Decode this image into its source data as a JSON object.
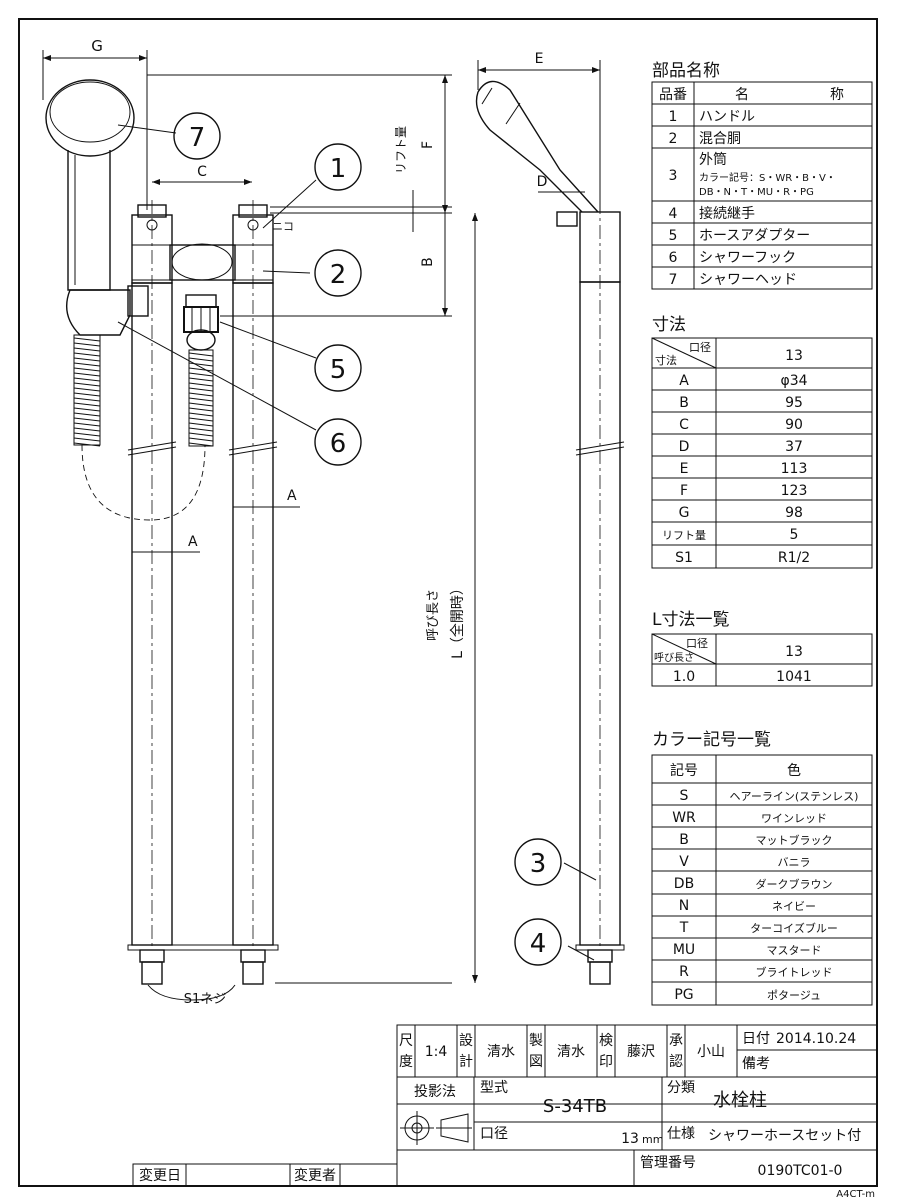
{
  "parts": {
    "title": "部品名称",
    "header_no": "品番",
    "header_name_1": "名",
    "header_name_2": "称",
    "rows": [
      {
        "no": "1",
        "name": "ハンドル"
      },
      {
        "no": "2",
        "name": "混合胴"
      },
      {
        "no": "3",
        "name": "外筒"
      },
      {
        "no": "4",
        "name": "接続継手"
      },
      {
        "no": "5",
        "name": "ホースアダプター"
      },
      {
        "no": "6",
        "name": "シャワーフック"
      },
      {
        "no": "7",
        "name": "シャワーヘッド"
      }
    ],
    "color_note_1": "カラー記号：S・WR・B・V・",
    "color_note_2": "DB・N・T・MU・R・PG"
  },
  "dims": {
    "title": "寸法",
    "corner_top": "口径",
    "corner_bottom": "寸法",
    "bore": "13",
    "rows": [
      {
        "key": "A",
        "val": "φ34"
      },
      {
        "key": "B",
        "val": "95"
      },
      {
        "key": "C",
        "val": "90"
      },
      {
        "key": "D",
        "val": "37"
      },
      {
        "key": "E",
        "val": "113"
      },
      {
        "key": "F",
        "val": "123"
      },
      {
        "key": "G",
        "val": "98"
      },
      {
        "key": "リフト量",
        "val": "5"
      },
      {
        "key": "S1",
        "val": "R1/2"
      }
    ]
  },
  "ltable": {
    "title": "L寸法一覧",
    "corner_top": "口径",
    "corner_bottom": "呼び長さ",
    "bore": "13",
    "row_key": "1.0",
    "row_val": "1041"
  },
  "colors": {
    "title": "カラー記号一覧",
    "h_code": "記号",
    "h_color": "色",
    "rows": [
      {
        "code": "S",
        "color": "ヘアーライン(ステンレス)"
      },
      {
        "code": "WR",
        "color": "ワインレッド"
      },
      {
        "code": "B",
        "color": "マットブラック"
      },
      {
        "code": "V",
        "color": "バニラ"
      },
      {
        "code": "DB",
        "color": "ダークブラウン"
      },
      {
        "code": "N",
        "color": "ネイビー"
      },
      {
        "code": "T",
        "color": "ターコイズブルー"
      },
      {
        "code": "MU",
        "color": "マスタード"
      },
      {
        "code": "R",
        "color": "ブライトレッド"
      },
      {
        "code": "PG",
        "color": "ポタージュ"
      }
    ]
  },
  "drawing": {
    "labels": {
      "G": "G",
      "C": "C",
      "E": "E",
      "D": "D",
      "F": "F",
      "B": "B",
      "A1": "A",
      "A2": "A",
      "lift": "リフト量",
      "hex": "ニコ",
      "length_1": "呼び長さ",
      "length_2": "L（全開時）",
      "thread": "S1ネジ"
    },
    "callouts": [
      "1",
      "2",
      "3",
      "4",
      "5",
      "6",
      "7"
    ]
  },
  "titleblock": {
    "scale_label_1": "尺",
    "scale_label_2": "度",
    "scale": "1:4",
    "design_label_1": "設",
    "design_label_2": "計",
    "designer": "清水",
    "draw_label_1": "製",
    "draw_label_2": "図",
    "drafter": "清水",
    "check_label_1": "検",
    "check_label_2": "印",
    "checker": "藤沢",
    "approve_label_1": "承",
    "approve_label_2": "認",
    "approver": "小山",
    "date_label": "日付",
    "date": "2014.10.24",
    "remarks_label": "備考",
    "projection_label": "投影法",
    "model_label": "型式",
    "model": "S-34TB",
    "category_label": "分類",
    "category": "水栓柱",
    "bore_label": "口径",
    "bore": "13",
    "bore_unit": "mm",
    "spec_label": "仕様",
    "spec": "シャワーホースセット付",
    "mgmt_label": "管理番号",
    "mgmt": "0190TC01-0",
    "change_date_label": "変更日",
    "changer_label": "変更者",
    "sheet_size": "A4CT-m"
  }
}
